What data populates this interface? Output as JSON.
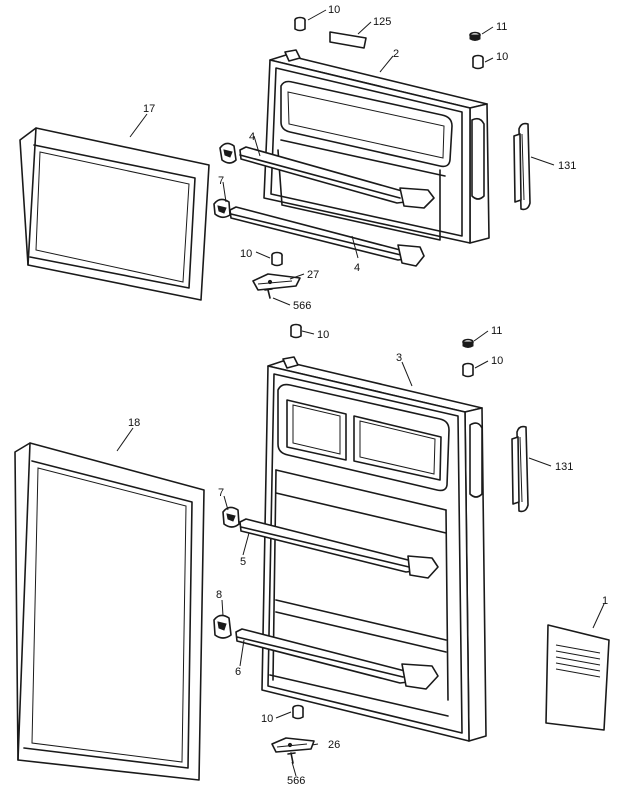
{
  "callouts": {
    "p10a": "10",
    "p125": "125",
    "p11a": "11",
    "p10b": "10",
    "p2": "2",
    "p17": "17",
    "p4a": "4",
    "p7a": "7",
    "p131a": "131",
    "p10c": "10",
    "p27": "27",
    "p4b": "4",
    "p566a": "566",
    "p10d": "10",
    "p11b": "11",
    "p10e": "10",
    "p3": "3",
    "p18": "18",
    "p131b": "131",
    "p7b": "7",
    "p5": "5",
    "p8": "8",
    "p6": "6",
    "p1": "1",
    "p10f": "10",
    "p26": "26",
    "p566b": "566"
  }
}
